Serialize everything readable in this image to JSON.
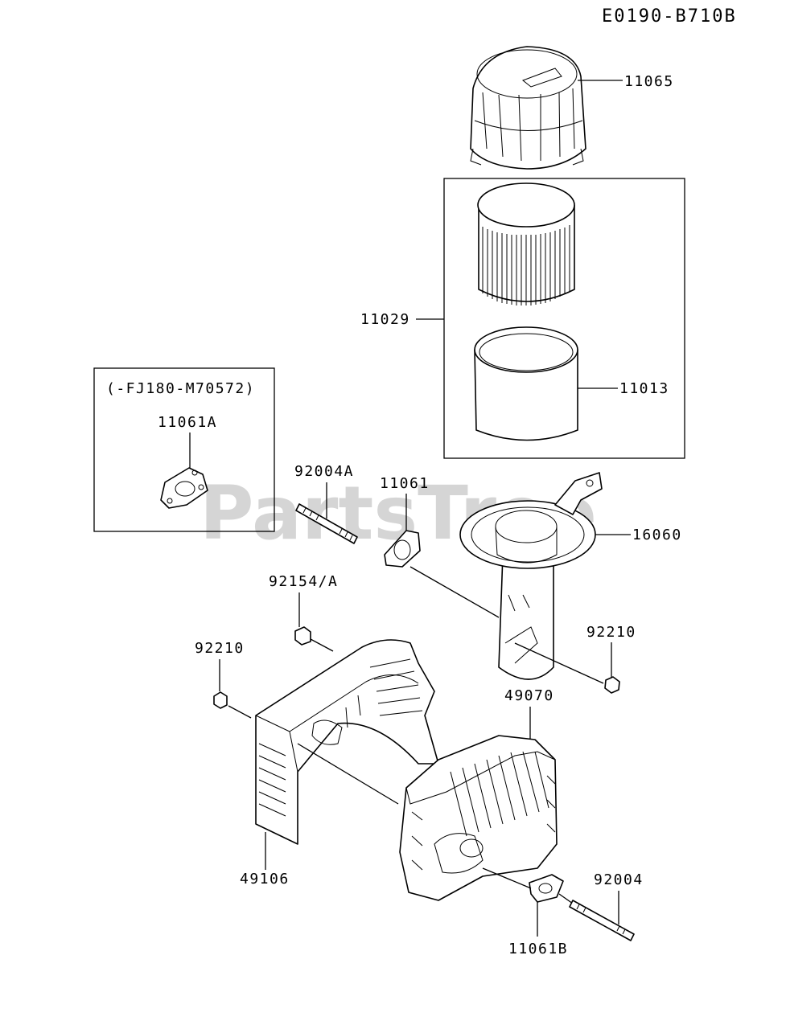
{
  "diagram_code": "E0190-B710B",
  "watermark": "PartsTree",
  "inset_note": "(-FJ180-M70572)",
  "parts": {
    "p11065": "11065",
    "p11029": "11029",
    "p11013": "11013",
    "p11061A": "11061A",
    "p92004A": "92004A",
    "p11061": "11061",
    "p16060": "16060",
    "p92154A": "92154/A",
    "p92210_left": "92210",
    "p92210_right": "92210",
    "p49070": "49070",
    "p49106": "49106",
    "p92004": "92004",
    "p11061B": "11061B"
  },
  "icons": {
    "air_cleaner_cover": "air-cleaner-cover-icon",
    "filter_element": "filter-element-icon",
    "pre_cleaner": "pre-cleaner-icon",
    "air_cleaner_base": "air-cleaner-base-icon",
    "gasket": "gasket-icon",
    "stud_bolt": "stud-bolt-icon",
    "nut": "nut-icon",
    "muffler_guard": "muffler-guard-icon",
    "muffler": "muffler-icon"
  }
}
